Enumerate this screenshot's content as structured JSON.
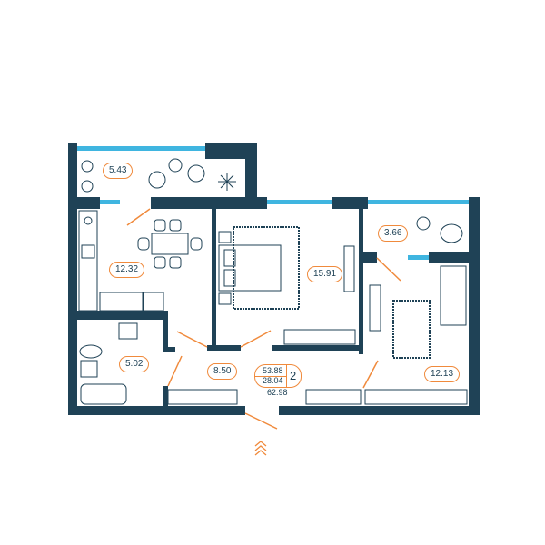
{
  "rooms": {
    "balcony_top": "5.43",
    "kitchen": "12.32",
    "bedroom": "15.91",
    "balcony_right": "3.66",
    "bathroom": "5.02",
    "hall": "8.50",
    "room_right": "12.13"
  },
  "summary": {
    "living_area": "53.88",
    "other_area": "28.04",
    "rooms_count": "2",
    "total_area": "62.98"
  },
  "colors": {
    "wall": "#1f4256",
    "glass": "#3fb5e0",
    "accent": "#f08a3c"
  }
}
